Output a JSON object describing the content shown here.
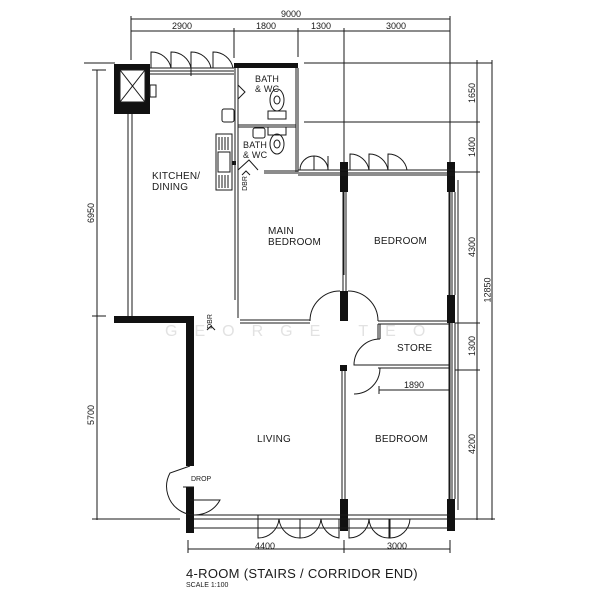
{
  "title": "4-ROOM (STAIRS / CORRIDOR END)",
  "scale": "SCALE 1:100",
  "watermark": "GEORGE TEO",
  "rooms": {
    "kitchen": "KITCHEN/\nDINING",
    "bath1": "BATH\n& WC",
    "bath2": "BATH\n& WC",
    "main_bedroom": "MAIN\nBEDROOM",
    "bedroom1": "BEDROOM",
    "store": "STORE",
    "living": "LIVING",
    "bedroom2": "BEDROOM"
  },
  "door_tags": {
    "dbr_bath": "DBR",
    "dbr_kitchen": "DBR",
    "drop": "DROP"
  },
  "dimensions": {
    "top_total": "9000",
    "top_segments": [
      "2900",
      "1800",
      "1300",
      "3000"
    ],
    "bottom_segments": [
      "4400",
      "3000"
    ],
    "left_upper": "6950",
    "left_lower": "5700",
    "right_segments": [
      "1650",
      "1400",
      "4300",
      "1300",
      "4200"
    ],
    "right_total": "12850",
    "store_width": "1890"
  },
  "colors": {
    "line": "#1a1a1a",
    "wall_fill": "#111111",
    "background": "#ffffff",
    "watermark": "#e2e2e2"
  }
}
